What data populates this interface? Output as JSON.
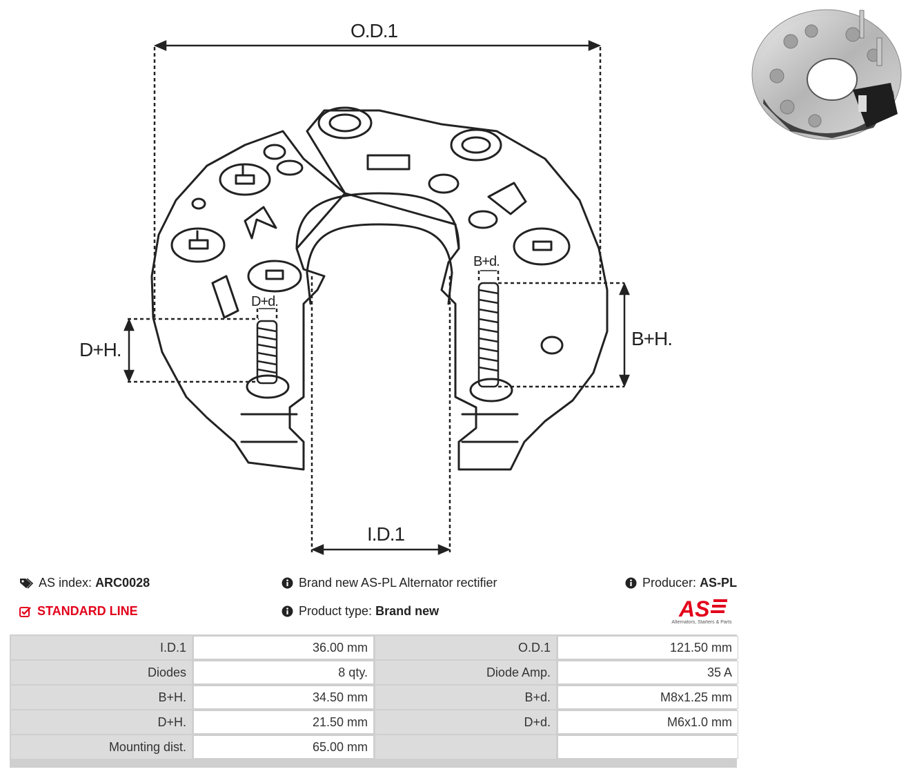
{
  "drawing": {
    "labels": {
      "od": "O.D.1",
      "id": "I.D.1",
      "dh": "D+H.",
      "bh": "B+H.",
      "dd": "D+d.",
      "bd": "B+d."
    }
  },
  "info": {
    "as_index_label": "AS index:",
    "as_index_value": "ARC0028",
    "line": "STANDARD LINE",
    "description": "Brand new AS-PL Alternator rectifier",
    "product_type_label": "Product type:",
    "product_type_value": "Brand new",
    "producer_label": "Producer:",
    "producer_value": "AS-PL"
  },
  "logo": {
    "text": "AS",
    "subtitle": "Alternators, Starters & Parts",
    "color": "#e3001b"
  },
  "specs": [
    {
      "l1": "I.D.1",
      "v1": "36.00 mm",
      "l2": "O.D.1",
      "v2": "121.50 mm"
    },
    {
      "l1": "Diodes",
      "v1": "8 qty.",
      "l2": "Diode Amp.",
      "v2": "35 A"
    },
    {
      "l1": "B+H.",
      "v1": "34.50 mm",
      "l2": "B+d.",
      "v2": "M8x1.25 mm"
    },
    {
      "l1": "D+H.",
      "v1": "21.50 mm",
      "l2": "D+d.",
      "v2": "M6x1.0 mm"
    },
    {
      "l1": "Mounting dist.",
      "v1": "65.00 mm",
      "l2": "",
      "v2": ""
    }
  ]
}
